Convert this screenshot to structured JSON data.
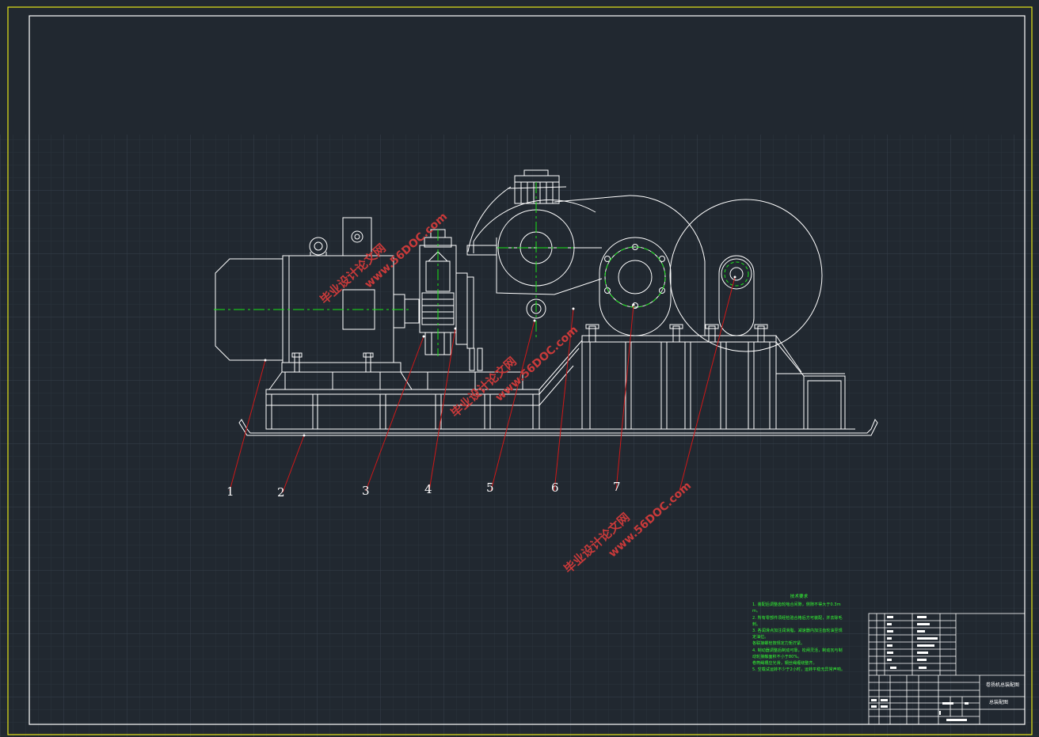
{
  "drawing": {
    "balloons": [
      "1",
      "2",
      "3",
      "4",
      "5",
      "6",
      "7"
    ]
  },
  "watermarks": [
    {
      "cn": "毕业设计论文网",
      "url": "www.56DOC.com"
    },
    {
      "cn": "毕业设计论文网",
      "url": "www.56DOC.com"
    },
    {
      "cn": "毕业设计论文网",
      "url": "www.56DOC.com"
    }
  ],
  "tech_notes": {
    "heading": "技术要求",
    "lines": [
      "1. 装配后调整齿轮啮合间隙，侧隙不得大于0.3mm。",
      "2. 所有零部件须经检验合格后方可装配，并去除毛刺。",
      "3. 各润滑点加注润滑脂，减速器内加注齿轮油至规定油位。",
      "   各联接螺栓按规定力矩拧紧。",
      "4. 制动器调整后制动可靠，松闸灵活，制动瓦与制动轮接触面积不小于80%。",
      "   卷筒绳槽应光滑，钢丝绳缠绕整齐。",
      "5. 空载试运转不少于2小时，运转平稳无异常声响。"
    ]
  },
  "title_block": {
    "title_line1": "卷扬机总装配图",
    "title_line2": "总装配图"
  },
  "colors": {
    "background": "#212830",
    "line": "#ffffff",
    "border": "#e6e619",
    "centerline": "#19e619",
    "leader": "#d01818",
    "watermark": "#c93a3a",
    "notes": "#33ff33"
  }
}
